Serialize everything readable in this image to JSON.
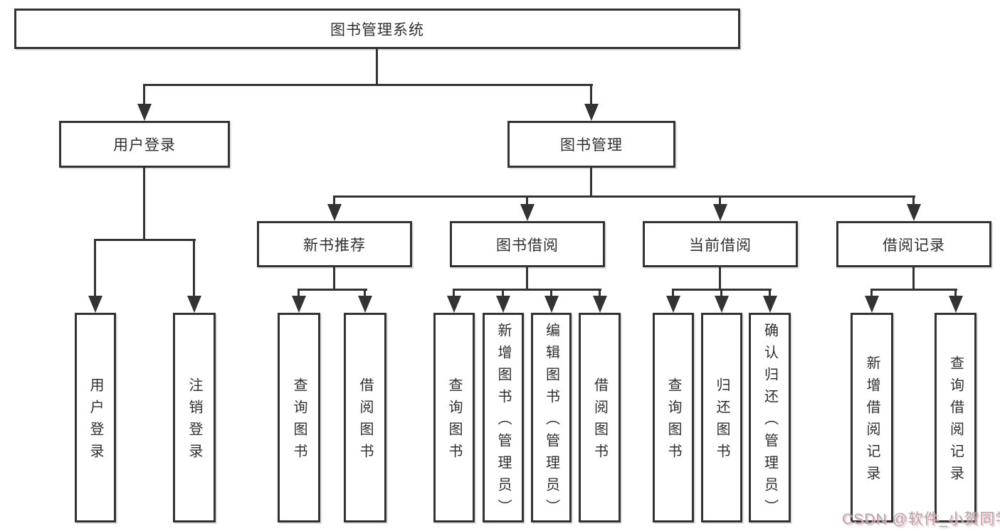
{
  "title": "图书管理系统",
  "tree": {
    "label": "图书管理系统",
    "children": [
      {
        "label": "用户登录",
        "children": [
          {
            "label": "用户登录"
          },
          {
            "label": "注销登录"
          }
        ]
      },
      {
        "label": "图书管理",
        "children": [
          {
            "label": "新书推荐",
            "children": [
              {
                "label": "查询图书"
              },
              {
                "label": "借阅图书"
              }
            ]
          },
          {
            "label": "图书借阅",
            "children": [
              {
                "label": "查询图书"
              },
              {
                "label": "新增图书（管理员）"
              },
              {
                "label": "编辑图书（管理员）"
              },
              {
                "label": "借阅图书"
              }
            ]
          },
          {
            "label": "当前借阅",
            "children": [
              {
                "label": "查询图书"
              },
              {
                "label": "归还图书"
              },
              {
                "label": "确认归还（管理员）"
              }
            ]
          },
          {
            "label": "借阅记录",
            "children": [
              {
                "label": "新增借阅记录"
              },
              {
                "label": "查询借阅记录"
              }
            ]
          }
        ]
      }
    ]
  },
  "watermark": "CSDN @软件_小贺同学",
  "colors": {
    "line": "#333333",
    "text": "#2f2f2f",
    "background": "#ffffff",
    "watermark_gray": "#ababab",
    "watermark_pink": "#f6adbe"
  }
}
